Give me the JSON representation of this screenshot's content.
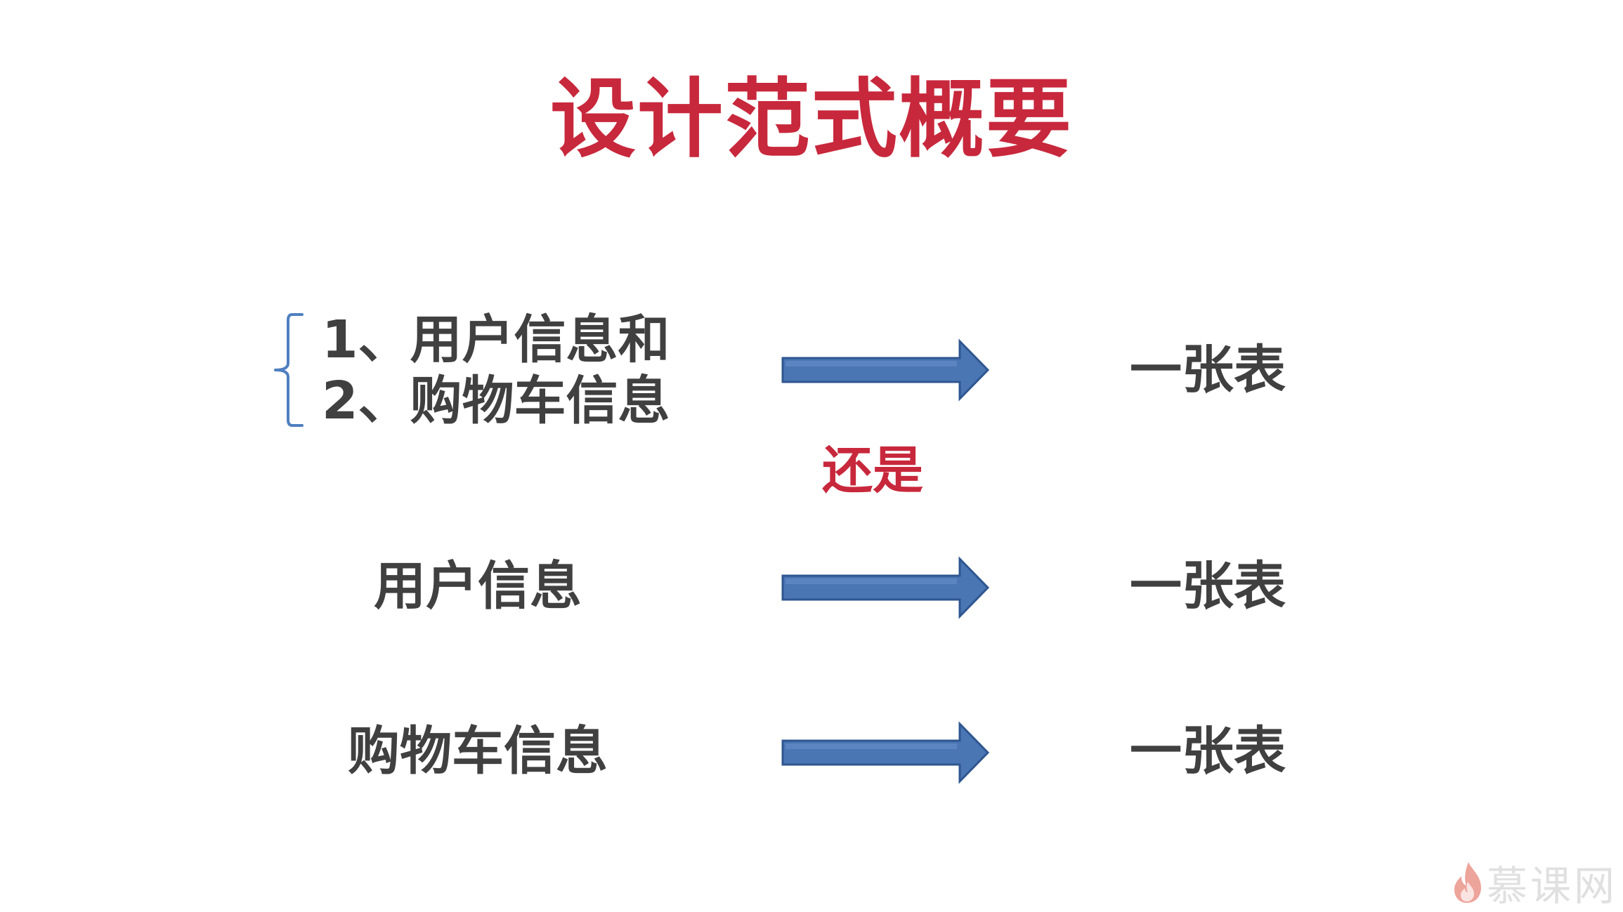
{
  "slide": {
    "title": "设计范式概要"
  },
  "rows": [
    {
      "left_lines": [
        "1、用户信息和",
        "2、购物车信息"
      ],
      "right": "一张表"
    },
    {
      "left": "用户信息",
      "right": "一张表"
    },
    {
      "left": "购物车信息",
      "right": "一张表"
    }
  ],
  "connector": "还是",
  "colors": {
    "title": "#c8283c",
    "text": "#404040",
    "arrow_fill": "#4a76b4",
    "arrow_stroke": "#2f5690",
    "bracket": "#4f7fc0"
  },
  "watermark": {
    "text": "慕课网",
    "icon": "flame-icon"
  }
}
